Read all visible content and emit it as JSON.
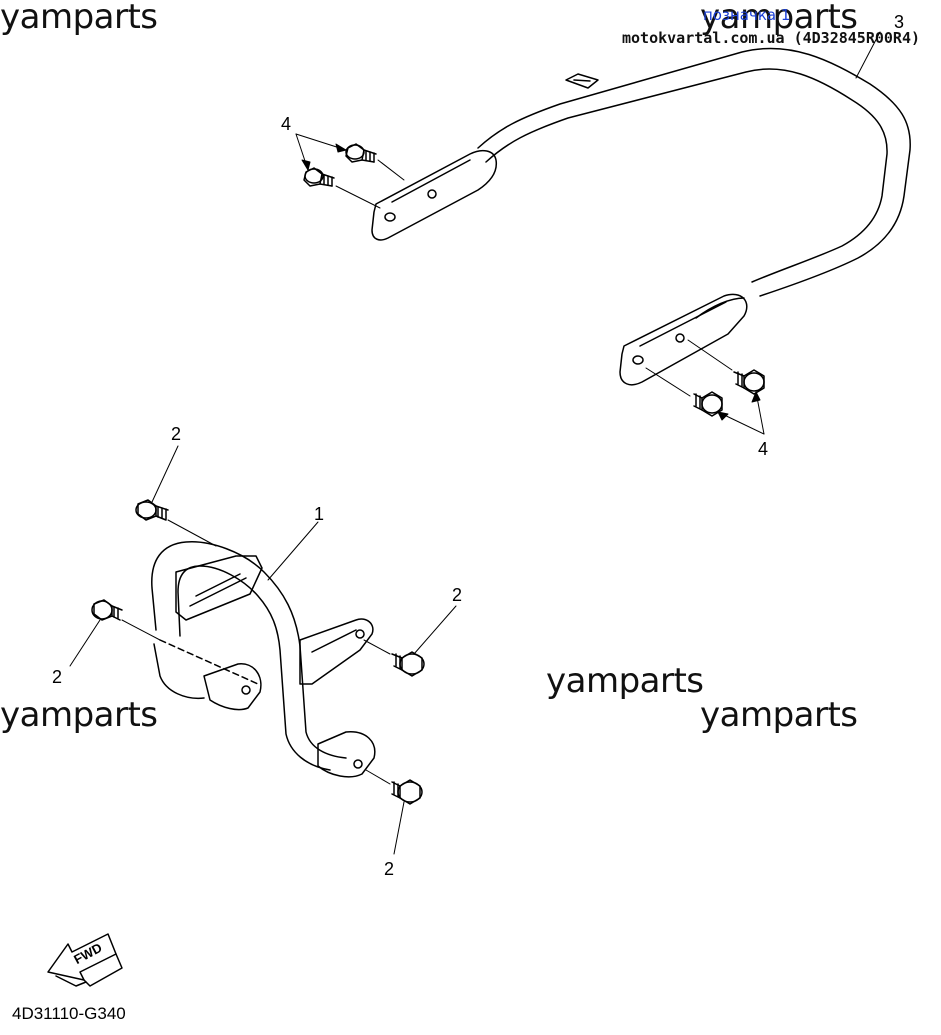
{
  "watermarks": [
    "yamparts",
    "yamparts",
    "yamparts",
    "yamparts",
    "yamparts"
  ],
  "header": {
    "label_blue": "позначка 1",
    "site_code": "motokvartal.com.ua (4D32845R00R4)",
    "accent_color": "#1a3fd6"
  },
  "callouts": {
    "part1": "1",
    "part2_a": "2",
    "part2_b": "2",
    "part2_c": "2",
    "part2_d": "2",
    "part3": "3",
    "part4_a": "4",
    "part4_b": "4"
  },
  "fwd_label": "FWD",
  "drawing_code": "4D31110-G340"
}
